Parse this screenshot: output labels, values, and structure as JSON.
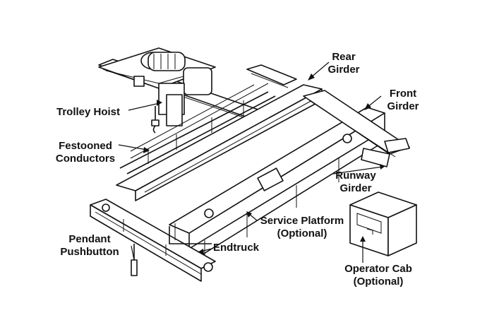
{
  "labels": {
    "rear_girder": "Rear\nGirder",
    "front_girder": "Front\nGirder",
    "trolley_hoist": "Trolley Hoist",
    "festooned_conductors": "Festooned\nConductors",
    "runway_girder": "Runway\nGirder",
    "service_platform": "Service Platform\n(Optional)",
    "pendant_pushbutton": "Pendant\nPushbutton",
    "endtruck": "Endtruck",
    "operator_cab": "Operator Cab\n(Optional)"
  }
}
